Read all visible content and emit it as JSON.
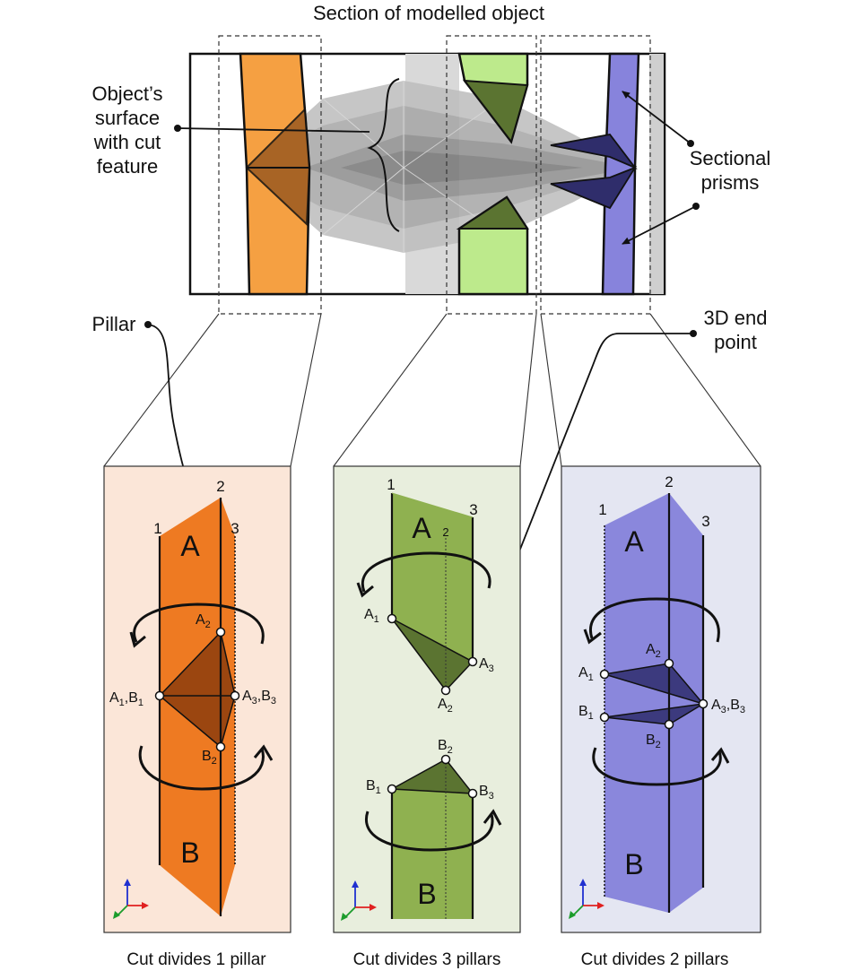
{
  "title": "Section of modelled object",
  "callouts": {
    "surface": [
      "Object’s",
      "surface",
      "with cut",
      "feature"
    ],
    "prisms": [
      "Sectional",
      "prisms"
    ],
    "pillar": "Pillar",
    "endpoint": [
      "3D end",
      "point"
    ]
  },
  "panels": [
    {
      "caption": "Cut divides 1 pillar",
      "bg": "#fbe6d8",
      "fill": "#ee7a22",
      "cut_fill": "#9b4610",
      "pillar_numbers": [
        "1",
        "2",
        "3"
      ],
      "regions": [
        "A",
        "B"
      ],
      "points": {
        "a_top": "A",
        "a_top_sub": "2",
        "left": "A",
        "left_sub": "1",
        "left2": "B",
        "left2_sub": "1",
        "right": "A",
        "right_sub": "3",
        "right2": "B",
        "right2_sub": "3",
        "b_bot": "B",
        "b_bot_sub": "2"
      }
    },
    {
      "caption": "Cut divides 3 pillars",
      "bg": "#e8eedd",
      "fill": "#8fb150",
      "cut_fill": "#5b7431",
      "pillar_numbers": [
        "1",
        "2",
        "3"
      ],
      "regions": [
        "A",
        "B"
      ],
      "points": {
        "a1": "A",
        "a1_sub": "1",
        "a3": "A",
        "a3_sub": "3",
        "a2": "A",
        "a2_sub": "2",
        "b2": "B",
        "b2_sub": "2",
        "b1": "B",
        "b1_sub": "1",
        "b3": "B",
        "b3_sub": "3"
      }
    },
    {
      "caption": "Cut divides 2 pillars",
      "bg": "#e4e6f2",
      "fill": "#8a87dc",
      "cut_fill": "#3c3a7e",
      "pillar_numbers": [
        "1",
        "2",
        "3"
      ],
      "regions": [
        "A",
        "B"
      ],
      "points": {
        "a2": "A",
        "a2_sub": "2",
        "a1": "A",
        "a1_sub": "1",
        "right": "A",
        "right_sub": "3",
        "right2": "B",
        "right2_sub": "3",
        "b1": "B",
        "b1_sub": "1",
        "b2": "B",
        "b2_sub": "2"
      }
    }
  ],
  "colors": {
    "orange": "#f5a042",
    "green": "#bdea8c",
    "blue": "#8783dc",
    "gray_surface": "#a8a8a8"
  },
  "axis_icon_colors": {
    "x": "#e02020",
    "y": "#1c9c2c",
    "z": "#2030d0"
  }
}
